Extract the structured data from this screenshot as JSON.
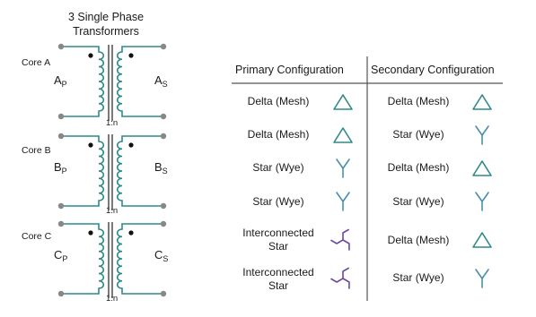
{
  "title_line1": "3 Single Phase",
  "title_line2": "Transformers",
  "cores": [
    {
      "label": "Core A",
      "primary_letter": "A",
      "primary_sub": "P",
      "secondary_letter": "A",
      "secondary_sub": "S",
      "ratio": "1:n"
    },
    {
      "label": "Core B",
      "primary_letter": "B",
      "primary_sub": "P",
      "secondary_letter": "B",
      "secondary_sub": "S",
      "ratio": "1:n"
    },
    {
      "label": "Core C",
      "primary_letter": "C",
      "primary_sub": "P",
      "secondary_letter": "C",
      "secondary_sub": "S",
      "ratio": "1:n"
    }
  ],
  "table": {
    "headers": [
      "Primary Configuration",
      "Secondary Configuration"
    ],
    "rows": [
      {
        "primary": "Delta (Mesh)",
        "primary_icon": "delta-icon",
        "secondary": "Delta (Mesh)",
        "secondary_icon": "delta-icon"
      },
      {
        "primary": "Delta (Mesh)",
        "primary_icon": "delta-icon",
        "secondary": "Star (Wye)",
        "secondary_icon": "wye-icon"
      },
      {
        "primary": "Star (Wye)",
        "primary_icon": "wye-icon",
        "secondary": "Delta (Mesh)",
        "secondary_icon": "delta-icon"
      },
      {
        "primary": "Star (Wye)",
        "primary_icon": "wye-icon",
        "secondary": "Star (Wye)",
        "secondary_icon": "wye-icon"
      },
      {
        "primary_line1": "Interconnected",
        "primary_line2": "Star",
        "primary_icon": "zigzag-icon",
        "secondary": "Delta (Mesh)",
        "secondary_icon": "delta-icon"
      },
      {
        "primary_line1": "Interconnected",
        "primary_line2": "Star",
        "primary_icon": "zigzag-icon",
        "secondary": "Star (Wye)",
        "secondary_icon": "wye-icon"
      }
    ]
  },
  "colors": {
    "winding": "#2e8a8a",
    "core": "#333333",
    "terminal": "#888888",
    "delta": "#2e8a8a",
    "wye": "#4a8fa8",
    "zigzag": "#6a4a9a"
  }
}
